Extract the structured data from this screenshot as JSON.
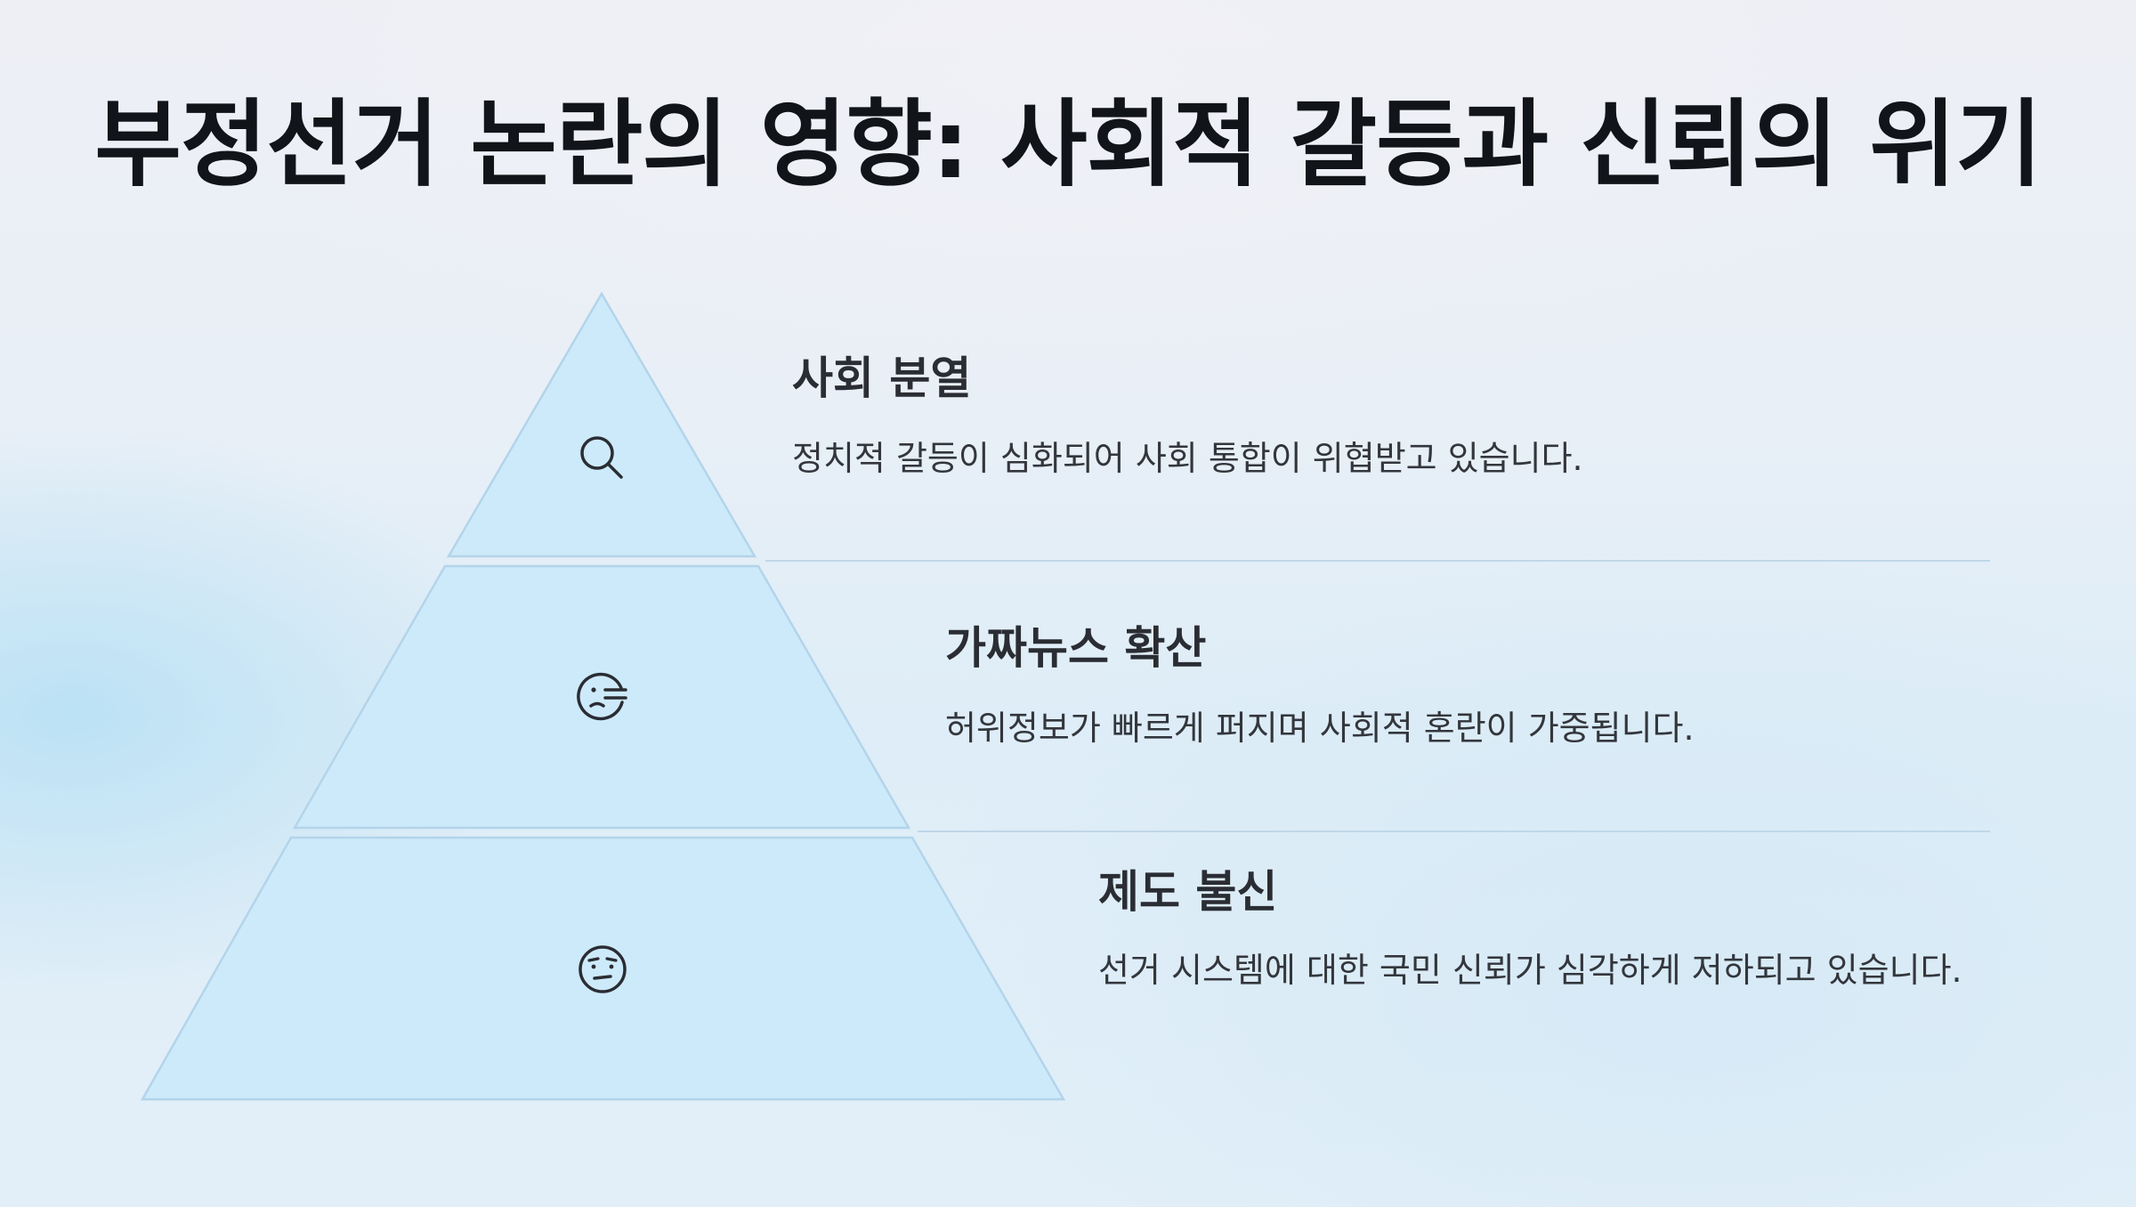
{
  "title": "부정선거 논란의 영향: 사회적 갈등과 신뢰의 위기",
  "levels": [
    {
      "icon": "magnifier-icon",
      "heading": "사회 분열",
      "description": "정치적 갈등이 심화되어 사회 통합이 위협받고 있습니다."
    },
    {
      "icon": "lying-face-icon",
      "heading": "가짜뉴스 확산",
      "description": "허위정보가 빠르게 퍼지며 사회적 혼란이 가중됩니다."
    },
    {
      "icon": "skeptical-face-icon",
      "heading": "제도 불신",
      "description": "선거 시스템에 대한 국민 신뢰가 심각하게 저하되고 있습니다."
    }
  ],
  "colors": {
    "segment_fill": "#cdeafb",
    "segment_stroke": "#b3d4ea",
    "text_dark": "#111418",
    "icon_stroke": "#2a2d33"
  }
}
